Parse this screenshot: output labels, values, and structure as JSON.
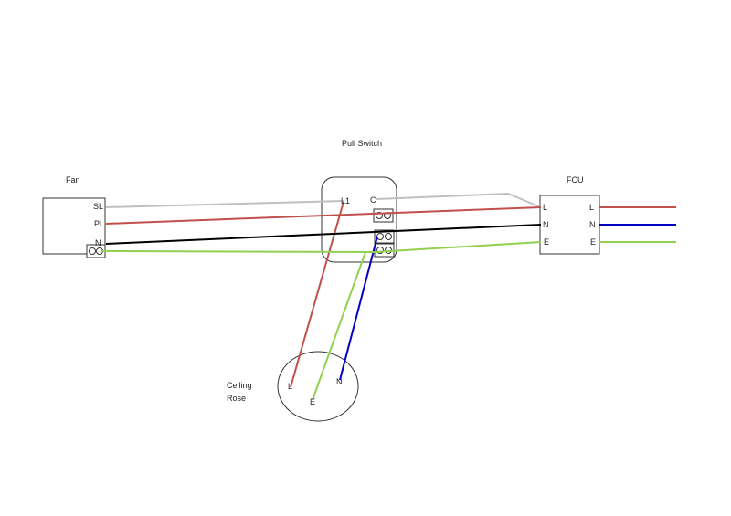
{
  "colors": {
    "switched_live": "#c0c0c0",
    "live": "#c0504d",
    "neutral": "#000000",
    "neutral_ceiling": "#0000c0",
    "earth": "#92d050",
    "outline": "#333333"
  },
  "fan": {
    "title": "Fan",
    "terminals": [
      "SL",
      "PL",
      "N"
    ]
  },
  "pull_switch": {
    "title": "Pull Switch",
    "terminals": [
      "L1",
      "C"
    ]
  },
  "fcu": {
    "title": "FCU",
    "load_terminals": [
      "L",
      "N",
      "E"
    ],
    "supply_terminals": [
      "L",
      "N",
      "E"
    ]
  },
  "ceiling_rose": {
    "title_line1": "Ceiling",
    "title_line2": "Rose",
    "terminals": [
      "L",
      "E",
      "N"
    ]
  }
}
